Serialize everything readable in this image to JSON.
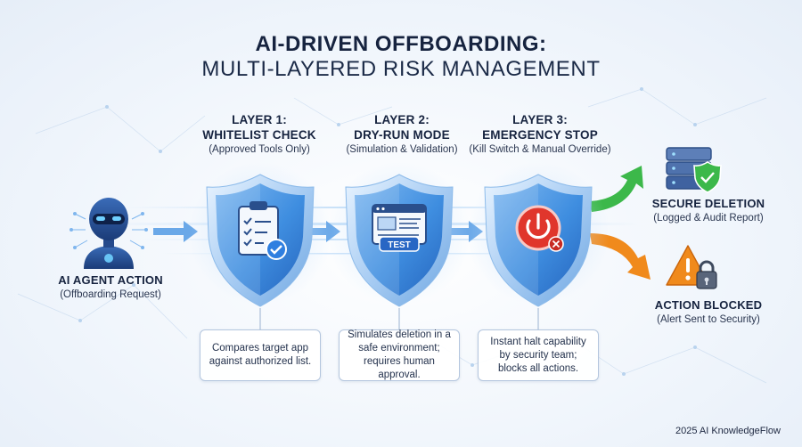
{
  "title": {
    "line1": "AI-DRIVEN OFFBOARDING:",
    "line2": "MULTI-LAYERED RISK MANAGEMENT"
  },
  "agent": {
    "title": "AI AGENT ACTION",
    "subtitle": "(Offboarding Request)",
    "icon": "robot-icon"
  },
  "layers": [
    {
      "name": "LAYER 1:",
      "heading": "WHITELIST CHECK",
      "subtitle": "(Approved Tools Only)",
      "icon": "clipboard-check-icon",
      "description": "Compares target app against authorized list."
    },
    {
      "name": "LAYER 2:",
      "heading": "DRY-RUN MODE",
      "subtitle": "(Simulation & Validation)",
      "icon": "browser-window-icon",
      "badge": "TEST",
      "description": "Simulates deletion in a safe environment; requires human approval."
    },
    {
      "name": "LAYER 3:",
      "heading": "EMERGENCY STOP",
      "subtitle": "(Kill Switch & Manual Override)",
      "icon": "power-button-icon",
      "description": "Instant halt capability by security team; blocks all actions."
    }
  ],
  "outcomes": [
    {
      "title": "SECURE DELETION",
      "subtitle": "(Logged & Audit Report)",
      "icon": "server-shield-icon",
      "color": "#3cb84a"
    },
    {
      "title": "ACTION BLOCKED",
      "subtitle": "(Alert Sent to Security)",
      "icon": "warning-lock-icon",
      "color": "#f08a1c"
    }
  ],
  "colors": {
    "shield_blue": "#3f8ee0",
    "flow_arrow": "#6aa8e8",
    "stop_red": "#e0362c"
  },
  "footer": "2025 AI KnowledgeFlow"
}
